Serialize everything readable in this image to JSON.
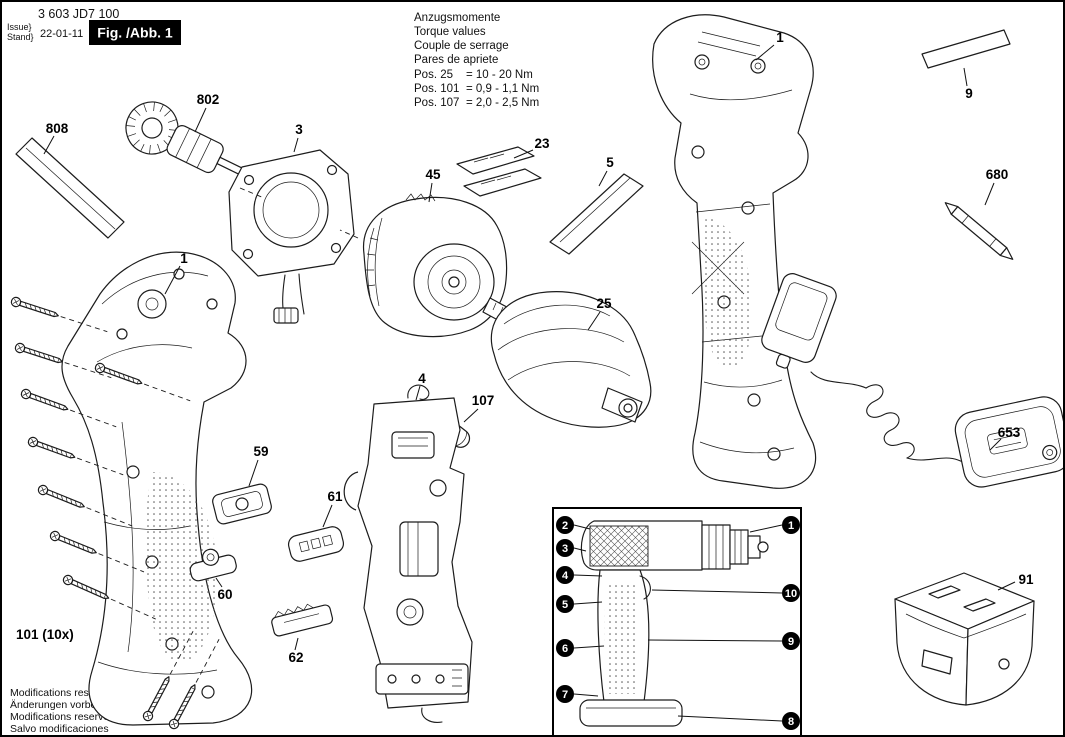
{
  "header": {
    "part_number": "3 603 JD7 100",
    "issue": "Issue}",
    "stand": "Stand}",
    "date": "22-01-11",
    "figure_label": "Fig. /Abb. 1"
  },
  "torque": {
    "lines": [
      "Anzugsmomente",
      "Torque values",
      "Couple de serrage",
      "Pares de apriete"
    ],
    "rows": [
      {
        "pos": "Pos. 25",
        "val": "= 10 - 20 Nm"
      },
      {
        "pos": "Pos. 101",
        "val": "= 0,9 - 1,1 Nm"
      },
      {
        "pos": "Pos. 107",
        "val": "= 2,0 - 2,5 Nm"
      }
    ]
  },
  "callouts": {
    "c808": "808",
    "c802": "802",
    "c3": "3",
    "c23": "23",
    "c45": "45",
    "c5": "5",
    "c1_right": "1",
    "c9": "9",
    "c680": "680",
    "c25": "25",
    "c107": "107",
    "c653": "653",
    "c1_left": "1",
    "c4": "4",
    "c59": "59",
    "c60": "60",
    "c61": "61",
    "c62": "62",
    "c101": "101 (10x)",
    "c91": "91"
  },
  "inset": {
    "badges": [
      "1",
      "2",
      "3",
      "4",
      "5",
      "6",
      "7",
      "8",
      "9",
      "10"
    ]
  },
  "footer": {
    "lines": [
      "Modifications reserved",
      "Änderungen vorbehalten",
      "Modifications reservées",
      "Salvo modificaciones"
    ]
  },
  "colors": {
    "ink": "#1c1c1c",
    "paper": "#ffffff",
    "badge_bg": "#000000",
    "badge_text": "#ffffff"
  }
}
